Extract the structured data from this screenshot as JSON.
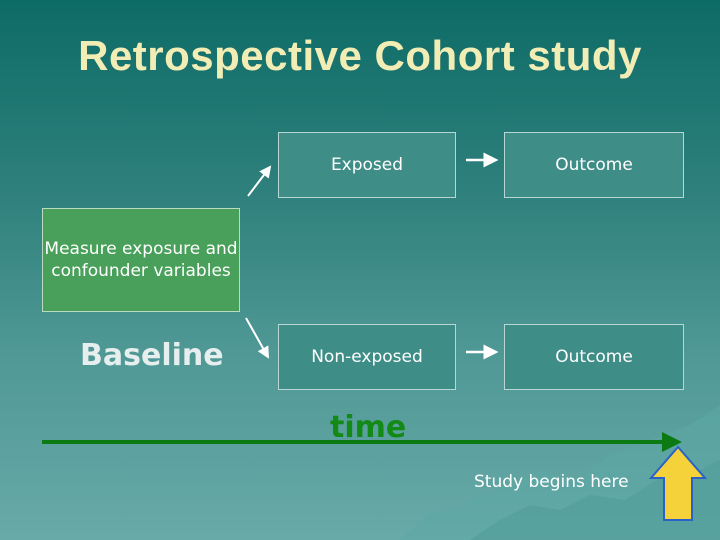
{
  "slide": {
    "title": "Retrospective Cohort study",
    "measure_box": "Measure exposure and confounder variables",
    "baseline": "Baseline",
    "exposed": "Exposed",
    "non_exposed": "Non-exposed",
    "outcome_top": "Outcome",
    "outcome_bottom": "Outcome",
    "time_label": "time",
    "study_begins": "Study begins here"
  },
  "colors": {
    "title": "#f2edb5",
    "box_green": "#49a05a",
    "time_arrow": "#0c7a12",
    "up_arrow_fill": "#f5d23a",
    "up_arrow_stroke": "#2a62c9"
  },
  "icons": [
    "arrow-right-icon",
    "up-arrow-icon"
  ]
}
